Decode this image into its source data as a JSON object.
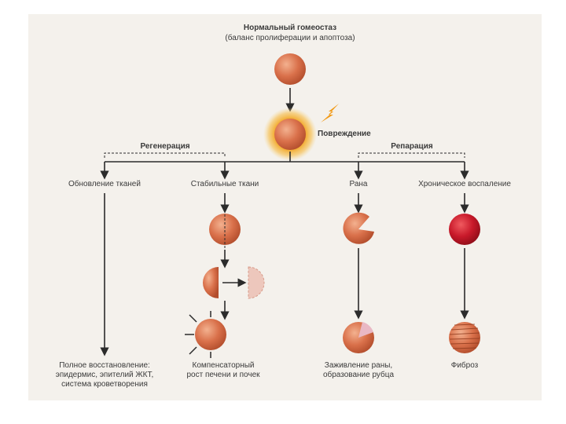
{
  "title": "Нормальный гомеостаз",
  "subtitle": "(баланс пролиферации и апоптоза)",
  "injury_label": "Повреждение",
  "regeneration_label": "Регенерация",
  "repair_label": "Репарация",
  "branches": {
    "tissue_renewal": "Обновление тканей",
    "stable_tissues": "Стабильные ткани",
    "wound": "Рана",
    "chronic_inflammation": "Хроническое воспаление"
  },
  "outcomes": {
    "full_restoration": [
      "Полное восстановление:",
      "эпидермис, эпителий ЖКТ,",
      "система кроветворения"
    ],
    "compensatory_growth": [
      "Компенсаторный",
      "рост печени и почек"
    ],
    "wound_healing": [
      "Заживление раны,",
      "образование рубца"
    ],
    "fibrosis": "Фиброз"
  },
  "colors": {
    "cell": "#d9704a",
    "inflamed_cell": "#c8192a",
    "injury_glow": "#f2a623",
    "scar": "#e9b8c4",
    "line": "#2b2b2b"
  }
}
